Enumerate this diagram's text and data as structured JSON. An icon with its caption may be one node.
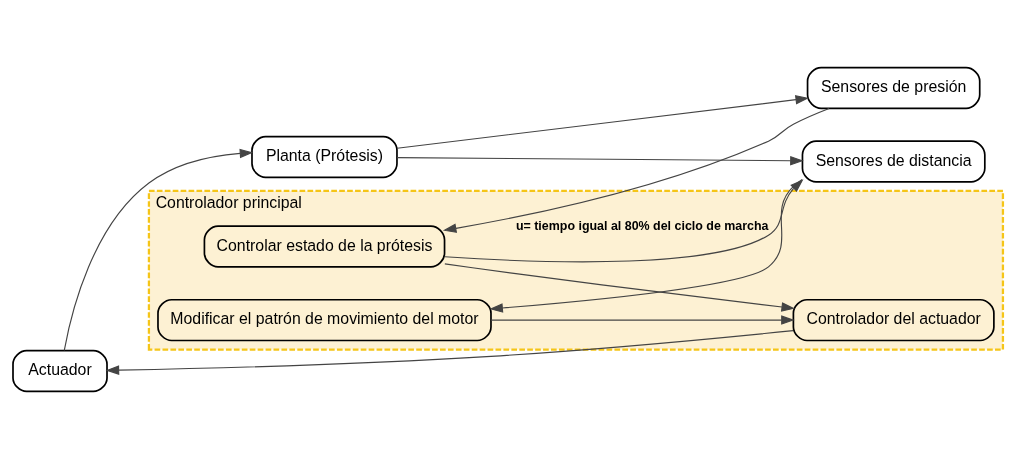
{
  "diagram": {
    "nodes": [
      {
        "text": [
          "Controlador principal"
        ]
      },
      {
        "text": [
          "Controlar estado de la prótesis"
        ],
        "in": 0
      },
      {
        "text": [
          "Controlador del actuador"
        ],
        "in": 0
      },
      {
        "text": [
          "Modificar el patrón de movimiento del motor"
        ],
        "in": 0
      },
      {
        "text": [
          "Actuador"
        ]
      },
      {
        "text": [
          "Planta (Prótesis)"
        ]
      },
      {
        "text": [
          "Sensores de distancia"
        ]
      },
      {
        "text": [
          "Sensores de presión"
        ]
      }
    ],
    "edges": [
      {
        "from": 1,
        "to": 2,
        "arrow": "to"
      },
      {
        "from": 3,
        "to": 2,
        "arrow": "to"
      },
      {
        "from": 2,
        "to": 4,
        "arrow": "to"
      },
      {
        "from": 4,
        "to": 5,
        "arrow": "to"
      },
      {
        "from": 5,
        "to": 6,
        "arrow": "to"
      },
      {
        "from": 5,
        "to": 7,
        "arrow": "to"
      },
      {
        "from": 6,
        "to": 3,
        "arrow": "to"
      },
      {
        "from": 7,
        "to": 1,
        "arrow": "to"
      },
      {
        "from": 1,
        "to": 6,
        "arrow": "to",
        "label": "u= tiempo igual al 80% del ciclo de marcha"
      }
    ]
  }
}
